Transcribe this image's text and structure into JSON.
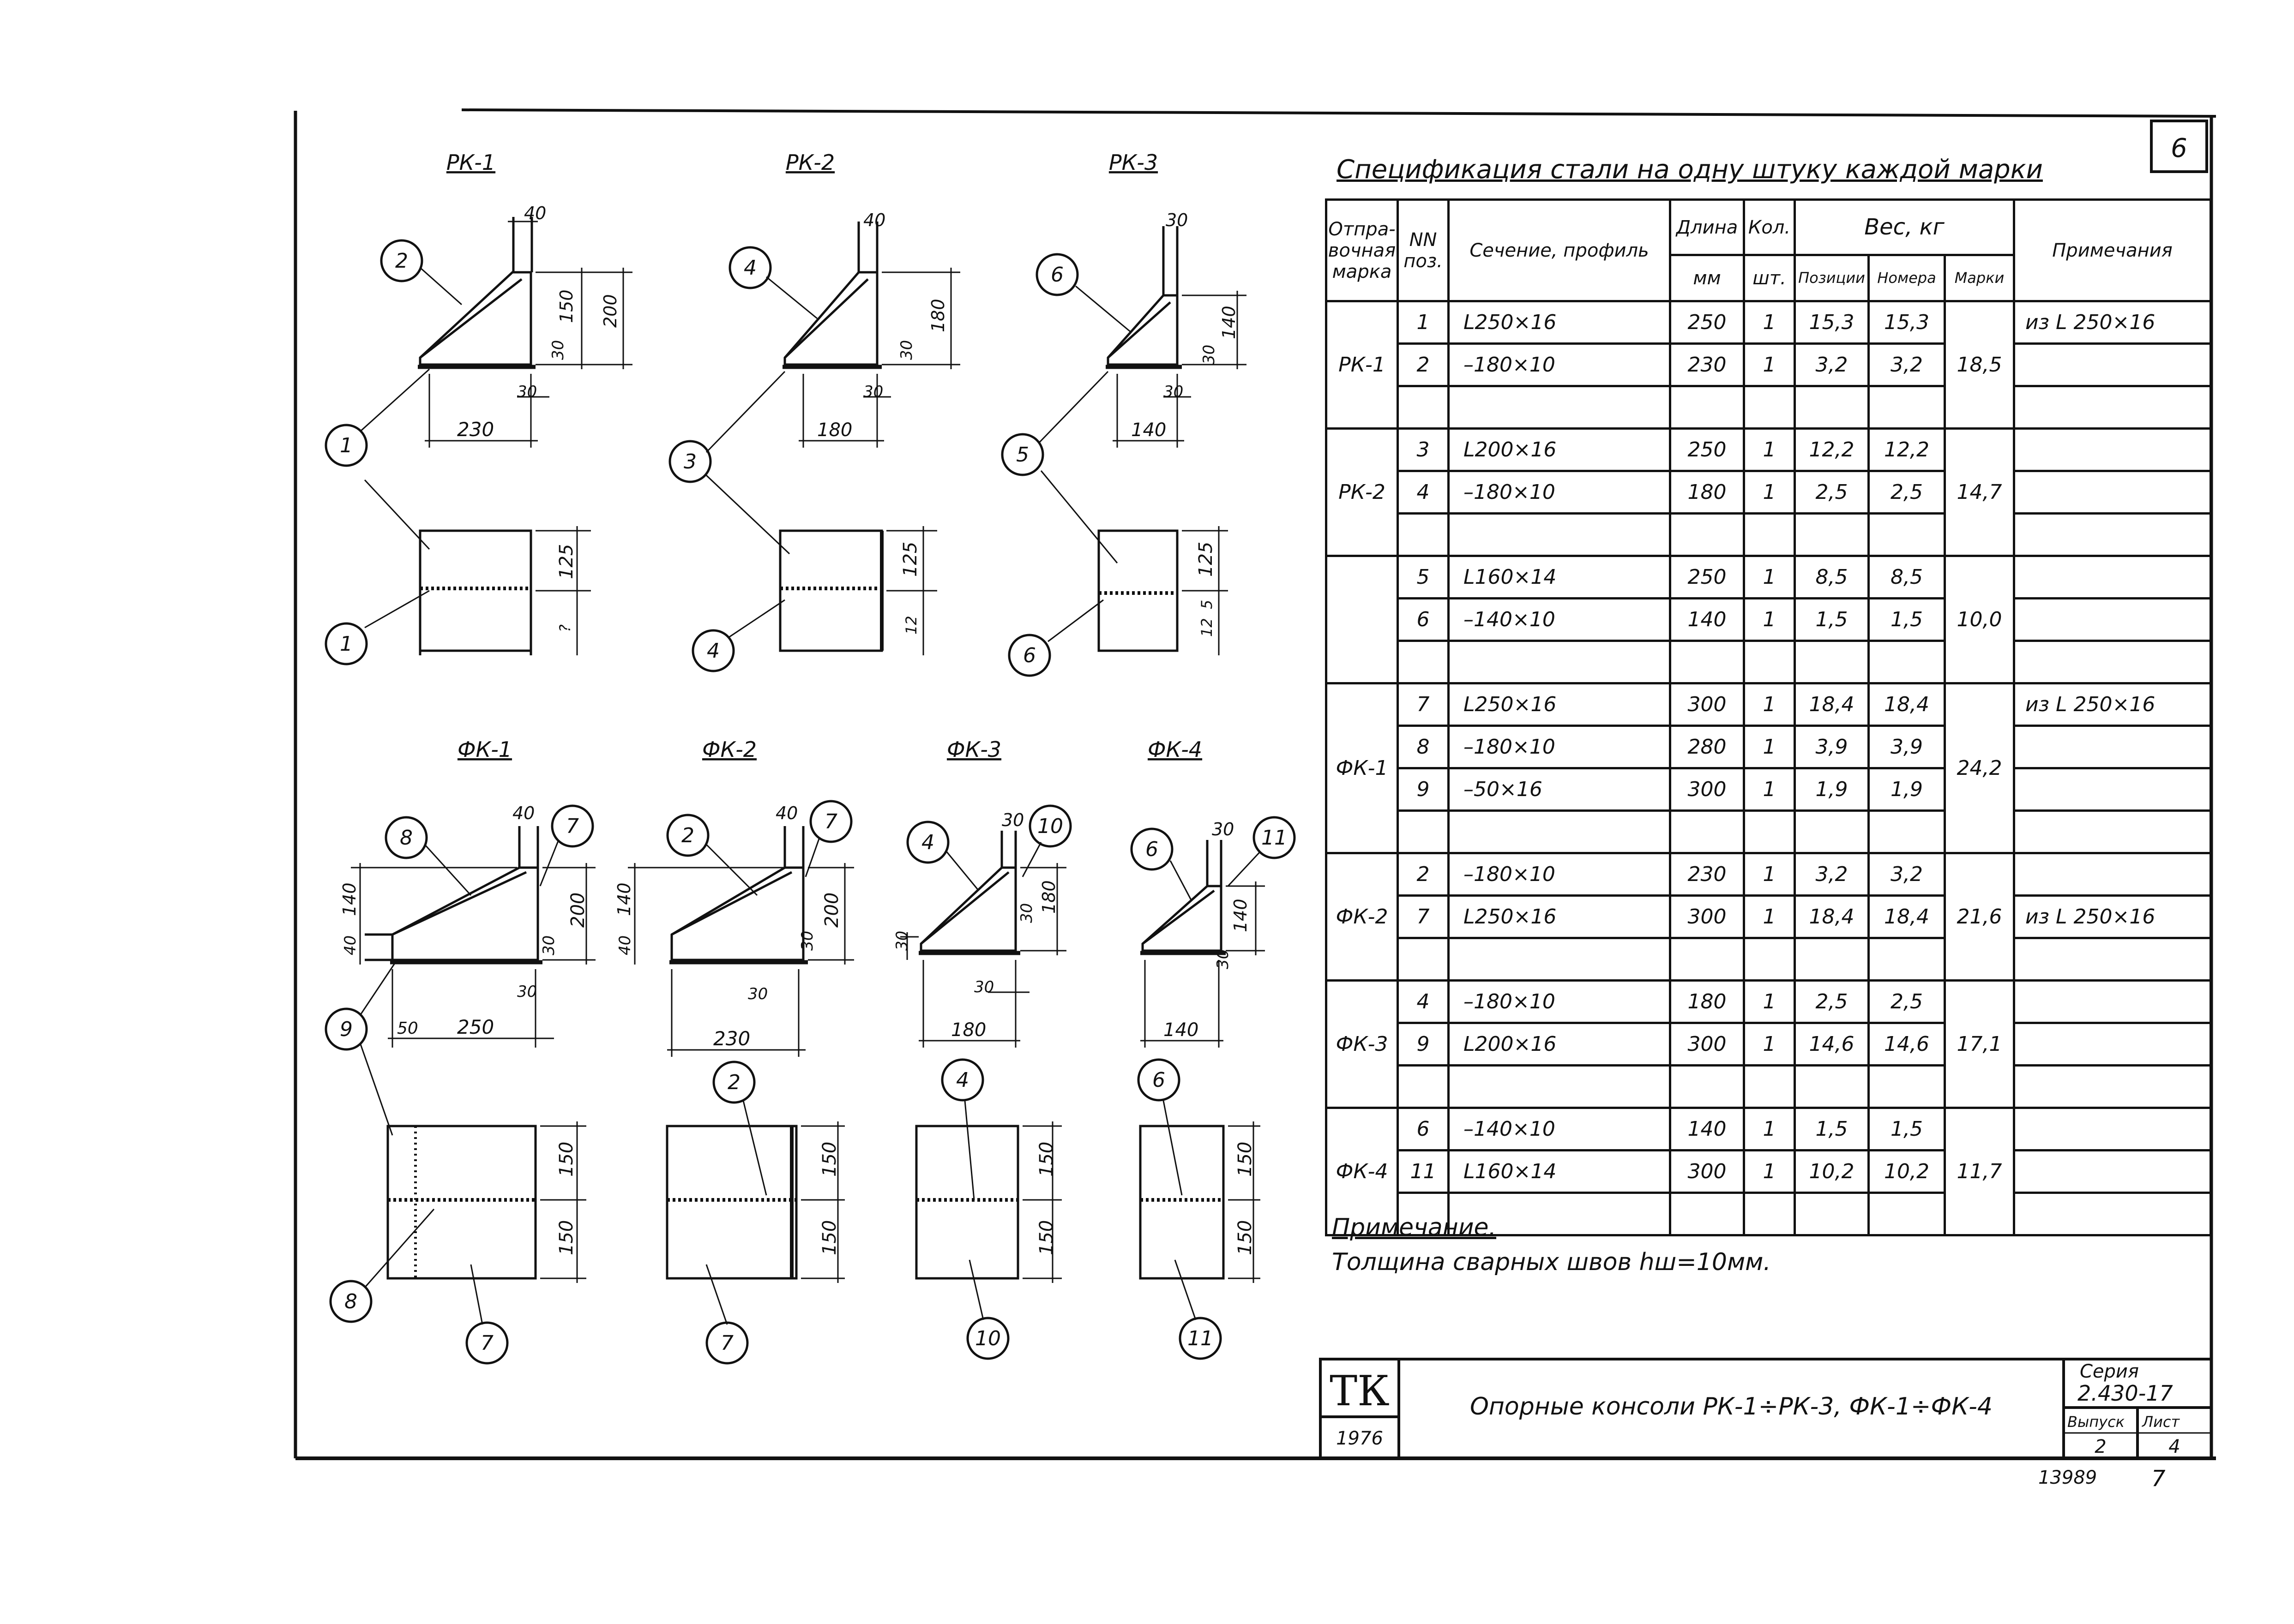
{
  "sheet_number": "6",
  "spec_title": "Спецификация стали на одну штуку каждой марки",
  "drawings": {
    "rk1": {
      "title": "РК-1",
      "dims": [
        "40",
        "150",
        "200",
        "30",
        "30",
        "230",
        "125",
        "?"
      ],
      "callouts": [
        "2",
        "1",
        "1"
      ]
    },
    "rk2": {
      "title": "РК-2",
      "dims": [
        "40",
        "180",
        "30",
        "30",
        "180",
        "125",
        "12"
      ],
      "callouts": [
        "4",
        "3",
        "4"
      ]
    },
    "rk3": {
      "title": "РК-3",
      "dims": [
        "30",
        "140",
        "30",
        "30",
        "140",
        "125",
        "12",
        "5"
      ],
      "callouts": [
        "6",
        "5",
        "6"
      ]
    },
    "fk1": {
      "title": "ФК-1",
      "dims": [
        "40",
        "140",
        "40",
        "200",
        "30",
        "30",
        "50",
        "250",
        "150",
        "150"
      ],
      "callouts": [
        "8",
        "7",
        "9",
        "8",
        "7"
      ]
    },
    "fk2": {
      "title": "ФК-2",
      "dims": [
        "40",
        "140",
        "40",
        "200",
        "30",
        "30",
        "230",
        "150",
        "150"
      ],
      "callouts": [
        "2",
        "7",
        "2",
        "7"
      ]
    },
    "fk3": {
      "title": "ФК-3",
      "dims": [
        "30",
        "180",
        "30",
        "30",
        "30",
        "180",
        "150",
        "150"
      ],
      "callouts": [
        "4",
        "10",
        "4",
        "10"
      ]
    },
    "fk4": {
      "title": "ФК-4",
      "dims": [
        "30",
        "140",
        "30",
        "140",
        "150",
        "150"
      ],
      "callouts": [
        "6",
        "11",
        "6",
        "11"
      ]
    }
  },
  "spec_table": {
    "headers": {
      "mark": "Отпра-вочная марка",
      "pos": "NN поз.",
      "section": "Сечение, профиль",
      "length": "Длина",
      "length_unit": "мм",
      "qty": "Кол.",
      "qty_unit": "шт.",
      "weight": "Вес, кг",
      "weight_pos": "Позиции",
      "weight_num": "Номера",
      "weight_mark": "Марки",
      "note": "Примечания"
    },
    "groups": [
      {
        "mark": "РК-1",
        "total": "18,5",
        "rows": [
          {
            "pos": "1",
            "section": "L250×16",
            "length": "250",
            "qty": "1",
            "w_pos": "15,3",
            "w_num": "15,3",
            "note": "из L 250×16"
          },
          {
            "pos": "2",
            "section": "–180×10",
            "length": "230",
            "qty": "1",
            "w_pos": "3,2",
            "w_num": "3,2",
            "note": ""
          }
        ]
      },
      {
        "mark": "РК-2",
        "total": "14,7",
        "rows": [
          {
            "pos": "3",
            "section": "L200×16",
            "length": "250",
            "qty": "1",
            "w_pos": "12,2",
            "w_num": "12,2",
            "note": ""
          },
          {
            "pos": "4",
            "section": "–180×10",
            "length": "180",
            "qty": "1",
            "w_pos": "2,5",
            "w_num": "2,5",
            "note": ""
          }
        ]
      },
      {
        "mark": "",
        "total": "10,0",
        "rows": [
          {
            "pos": "5",
            "section": "L160×14",
            "length": "250",
            "qty": "1",
            "w_pos": "8,5",
            "w_num": "8,5",
            "note": ""
          },
          {
            "pos": "6",
            "section": "–140×10",
            "length": "140",
            "qty": "1",
            "w_pos": "1,5",
            "w_num": "1,5",
            "note": ""
          }
        ]
      },
      {
        "mark": "ФК-1",
        "total": "24,2",
        "rows": [
          {
            "pos": "7",
            "section": "L250×16",
            "length": "300",
            "qty": "1",
            "w_pos": "18,4",
            "w_num": "18,4",
            "note": "из L 250×16"
          },
          {
            "pos": "8",
            "section": "–180×10",
            "length": "280",
            "qty": "1",
            "w_pos": "3,9",
            "w_num": "3,9",
            "note": ""
          },
          {
            "pos": "9",
            "section": "–50×16",
            "length": "300",
            "qty": "1",
            "w_pos": "1,9",
            "w_num": "1,9",
            "note": ""
          }
        ]
      },
      {
        "mark": "ФК-2",
        "total": "21,6",
        "rows": [
          {
            "pos": "2",
            "section": "–180×10",
            "length": "230",
            "qty": "1",
            "w_pos": "3,2",
            "w_num": "3,2",
            "note": ""
          },
          {
            "pos": "7",
            "section": "L250×16",
            "length": "300",
            "qty": "1",
            "w_pos": "18,4",
            "w_num": "18,4",
            "note": "из L 250×16"
          }
        ]
      },
      {
        "mark": "ФК-3",
        "total": "17,1",
        "rows": [
          {
            "pos": "4",
            "section": "–180×10",
            "length": "180",
            "qty": "1",
            "w_pos": "2,5",
            "w_num": "2,5",
            "note": ""
          },
          {
            "pos": "9",
            "section": "L200×16",
            "length": "300",
            "qty": "1",
            "w_pos": "14,6",
            "w_num": "14,6",
            "note": ""
          }
        ]
      },
      {
        "mark": "ФК-4",
        "total": "11,7",
        "rows": [
          {
            "pos": "6",
            "section": "–140×10",
            "length": "140",
            "qty": "1",
            "w_pos": "1,5",
            "w_num": "1,5",
            "note": ""
          },
          {
            "pos": "11",
            "section": "L160×14",
            "length": "300",
            "qty": "1",
            "w_pos": "10,2",
            "w_num": "10,2",
            "note": ""
          }
        ]
      }
    ]
  },
  "notes": {
    "title": "Примечание.",
    "text": "Толщина сварных швов hш=10мм."
  },
  "title_block": {
    "org": "ТК",
    "year": "1976",
    "title": "Опорные консоли РК-1÷РК-3, ФК-1÷ФК-4",
    "series_label": "Серия",
    "series": "2.430-17",
    "issue_label": "Выпуск",
    "issue": "2",
    "sheet_label": "Лист",
    "sheet": "4",
    "inventory": "13989",
    "page": "7"
  }
}
